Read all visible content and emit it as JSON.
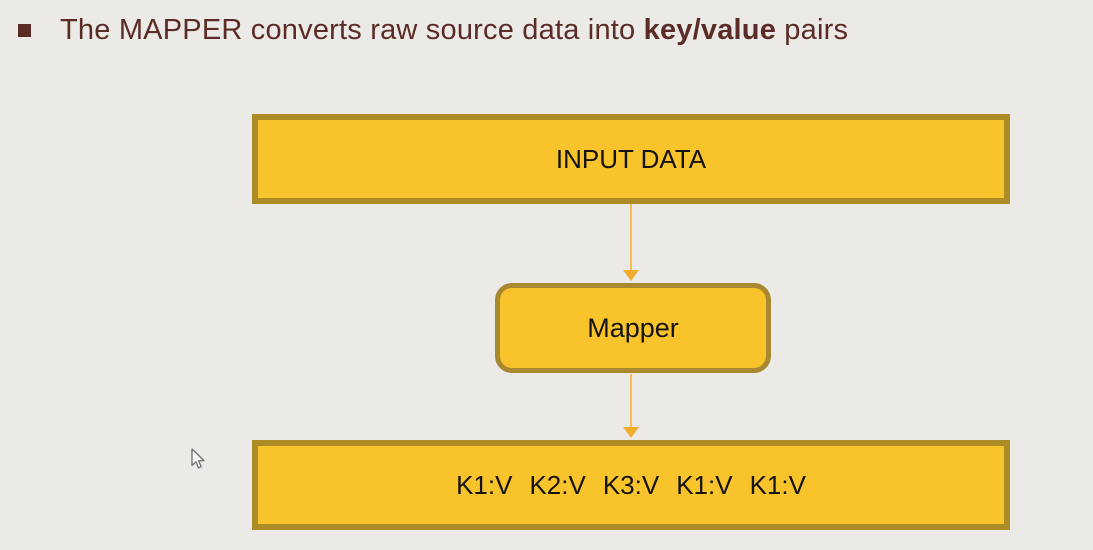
{
  "slide": {
    "background_color": "#ECEAE7",
    "title": {
      "prefix": "The MAPPER converts raw source data into ",
      "bold": "key/value",
      "suffix": " pairs",
      "color": "#5A2C25"
    },
    "diagram": {
      "input_box": {
        "label": "INPUT DATA"
      },
      "mapper_box": {
        "label": "Mapper"
      },
      "output_box": {
        "pairs": [
          "K1:V",
          "K2:V",
          "K3:V",
          "K1:V",
          "K1:V"
        ]
      },
      "box_fill_color": "#F8C32B",
      "box_border_color": "#AD8B26",
      "arrow_color": "#F1AD2E"
    },
    "cursor": {
      "icon": "arrow-pointer-icon"
    }
  }
}
